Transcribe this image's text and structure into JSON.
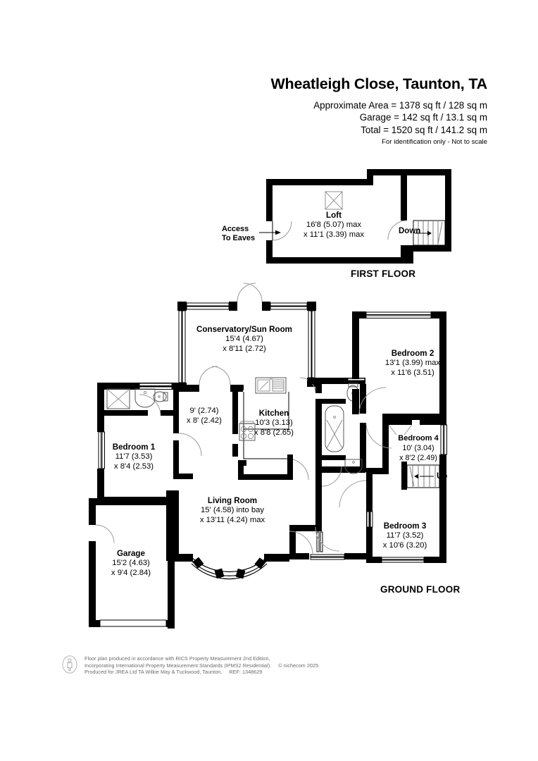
{
  "header": {
    "title": "Wheatleigh Close, Taunton, TA",
    "approx_area": "Approximate Area = 1378 sq ft / 128 sq m",
    "garage_area": "Garage = 142 sq ft / 13.1 sq m",
    "total_area": "Total = 1520 sq ft / 141.2 sq m",
    "disclaimer": "For identification only - Not to scale"
  },
  "floors": {
    "first_label": "FIRST FLOOR",
    "ground_label": "GROUND FLOOR"
  },
  "annotations": {
    "access_to_eaves_line1": "Access",
    "access_to_eaves_line2": "To Eaves",
    "down": "Down",
    "up": "Up"
  },
  "rooms": {
    "loft": {
      "name": "Loft",
      "dim1": "16'8 (5.07) max",
      "dim2": "x 11'1 (3.39) max"
    },
    "conservatory": {
      "name": "Conservatory/Sun Room",
      "dim1": "15'4 (4.67)",
      "dim2": "x 8'11 (2.72)"
    },
    "hall": {
      "name": "",
      "dim1": "9' (2.74)",
      "dim2": "x 8' (2.42)"
    },
    "kitchen": {
      "name": "Kitchen",
      "dim1": "10'3 (3.13)",
      "dim2": "x 8'8 (2.65)"
    },
    "bedroom1": {
      "name": "Bedroom 1",
      "dim1": "11'7 (3.53)",
      "dim2": "x 8'4 (2.53)"
    },
    "bedroom2": {
      "name": "Bedroom 2",
      "dim1": "13'1 (3.99) max",
      "dim2": "x 11'6 (3.51)"
    },
    "bedroom3": {
      "name": "Bedroom 3",
      "dim1": "11'7 (3.52)",
      "dim2": "x 10'6 (3.20)"
    },
    "bedroom4": {
      "name": "Bedroom 4",
      "dim1": "10' (3.04)",
      "dim2": "x 8'2 (2.49)"
    },
    "living_room": {
      "name": "Living Room",
      "dim1": "15' (4.58) into bay",
      "dim2": "x 13'11 (4.24) max"
    },
    "garage": {
      "name": "Garage",
      "dim1": "15'2 (4.63)",
      "dim2": "x 9'4 (2.84)"
    }
  },
  "footer": {
    "line1": "Floor plan produced in accordance with RICS Property Measurement 2nd Edition,",
    "line2": "Incorporating International Property Measurement Standards (IPMS2 Residential).",
    "copyright": "© nichecom 2025.",
    "line3": "Produced for JREA Ltd TA Wilkie May & Tuckwood, Taunton.",
    "reference": "REF: 1348629"
  },
  "colors": {
    "wall": "#000000",
    "background": "#ffffff",
    "footer_text": "#6b6b6b",
    "door_arc": "#9a9a9a"
  }
}
